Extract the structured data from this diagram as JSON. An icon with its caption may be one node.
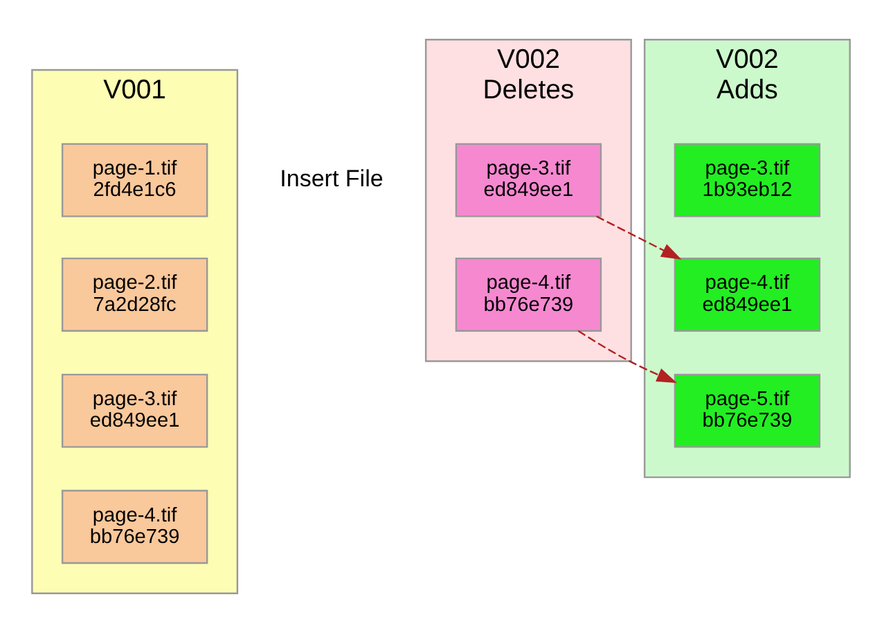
{
  "diagram": {
    "nodes": [
      {
        "text": [
          "V001"
        ]
      },
      {
        "text": [
          "page-1.tif 2fd4e1c6"
        ],
        "in": 0
      },
      {
        "text": [
          "page-2.tif 7a2d28fc"
        ],
        "in": 0
      },
      {
        "text": [
          "page-3.tif ed849ee1"
        ],
        "in": 0
      },
      {
        "text": [
          "page-4.tif bb76e739"
        ],
        "in": 0
      },
      {
        "text": [
          "V002 Deletes"
        ]
      },
      {
        "text": [
          "page-3.tif ed849ee1"
        ],
        "in": 5
      },
      {
        "text": [
          "page-4.tif bb76e739"
        ],
        "in": 5
      },
      {
        "text": [
          "V002 Adds"
        ]
      },
      {
        "text": [
          "page-3.tif 1b93eb12"
        ],
        "in": 8
      },
      {
        "text": [
          "page-4.tif ed849ee1"
        ],
        "in": 8
      },
      {
        "text": [
          "page-5.tif bb76e739"
        ],
        "in": 8
      }
    ],
    "edges": [
      {
        "from": 6,
        "to": 10,
        "arrow": "to",
        "style": "dashed",
        "color": "#b22222"
      },
      {
        "from": 7,
        "to": 11,
        "arrow": "to",
        "style": "dashed",
        "color": "#b22222"
      }
    ],
    "labels": [
      "Insert File"
    ]
  }
}
